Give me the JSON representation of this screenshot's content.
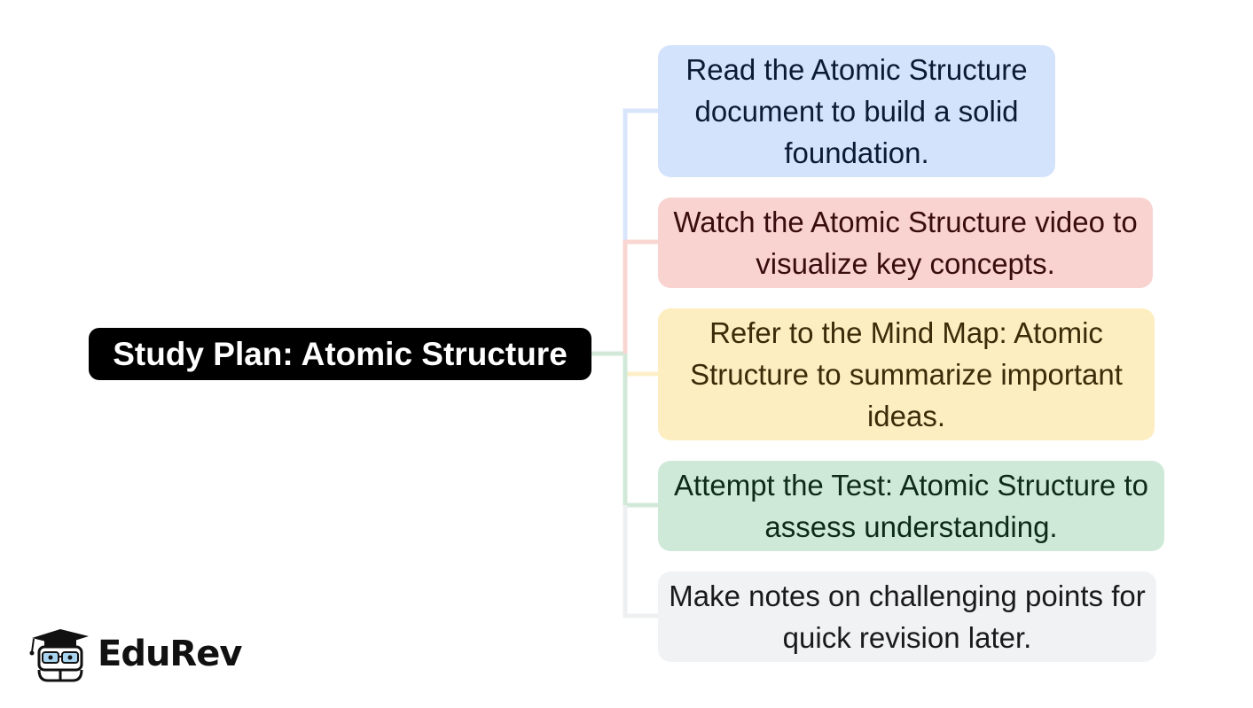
{
  "root": {
    "label": "Study Plan: Atomic Structure"
  },
  "steps": [
    {
      "text": "Read the Atomic Structure document to build a solid foundation.",
      "fill": "#d4e3fc",
      "text_color": "#0d1a35",
      "line": "#d8e5fb"
    },
    {
      "text": "Watch the Atomic Structure video to visualize key concepts.",
      "fill": "#f9d3d0",
      "text_color": "#3a0d0d",
      "line": "#f9d6d2"
    },
    {
      "text": "Refer to the Mind Map: Atomic Structure to summarize important ideas.",
      "fill": "#fdeec2",
      "text_color": "#3a2c08",
      "line": "#fdefc8"
    },
    {
      "text": "Attempt the Test: Atomic Structure to assess understanding.",
      "fill": "#cfe9d8",
      "text_color": "#0e2b18",
      "line": "#d2e9da"
    },
    {
      "text": "Make notes on challenging points for quick revision later.",
      "fill": "#f1f2f4",
      "text_color": "#1a1a1a",
      "line": "#eeeff1"
    }
  ],
  "logo": {
    "text": "EduRev",
    "icon": "graduation-cap-mascot-icon"
  }
}
